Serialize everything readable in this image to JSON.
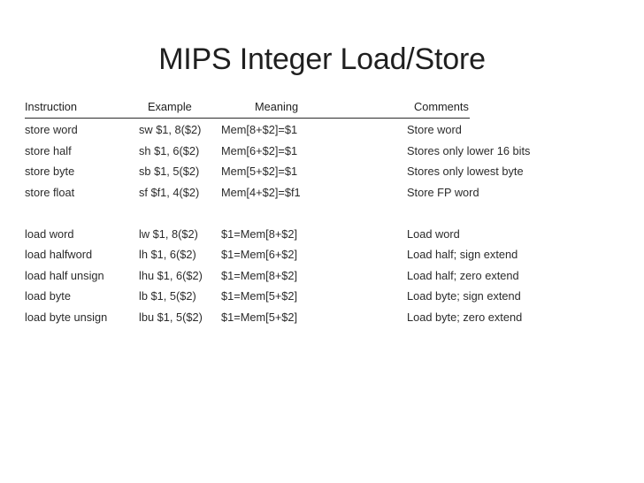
{
  "slide": {
    "title": "MIPS Integer Load/Store",
    "background_color": "#ffffff",
    "text_color": "#2b2b2b"
  },
  "table": {
    "headers": {
      "instruction": "Instruction",
      "example": "Example",
      "meaning": "Meaning",
      "comments": "Comments"
    },
    "rows": [
      {
        "instruction": "store word",
        "example": "sw $1, 8($2)",
        "meaning": "Mem[8+$2]=$1",
        "comments": "Store word"
      },
      {
        "instruction": "store half",
        "example": "sh $1, 6($2)",
        "meaning": "Mem[6+$2]=$1",
        "comments": "Stores only lower 16 bits"
      },
      {
        "instruction": "store byte",
        "example": "sb $1, 5($2)",
        "meaning": "Mem[5+$2]=$1",
        "comments": "Stores only lowest byte"
      },
      {
        "instruction": "store float",
        "example": "sf $f1, 4($2)",
        "meaning": "Mem[4+$2]=$f1",
        "comments": "Store FP word"
      },
      {
        "instruction": "",
        "example": "",
        "meaning": "",
        "comments": ""
      },
      {
        "instruction": "load word",
        "example": "lw $1, 8($2)",
        "meaning": "$1=Mem[8+$2]",
        "comments": "Load word"
      },
      {
        "instruction": "load halfword",
        "example": "lh $1, 6($2)",
        "meaning": "$1=Mem[6+$2]",
        "comments": "Load half; sign extend"
      },
      {
        "instruction": "load half unsign",
        "example": "lhu $1, 6($2)",
        "meaning": "$1=Mem[8+$2]",
        "comments": "Load half; zero extend"
      },
      {
        "instruction": "load byte",
        "example": "lb $1, 5($2)",
        "meaning": "$1=Mem[5+$2]",
        "comments": "Load byte; sign extend"
      },
      {
        "instruction": "load byte unsign",
        "example": "lbu $1, 5($2)",
        "meaning": "$1=Mem[5+$2]",
        "comments": "Load byte; zero extend"
      }
    ]
  }
}
